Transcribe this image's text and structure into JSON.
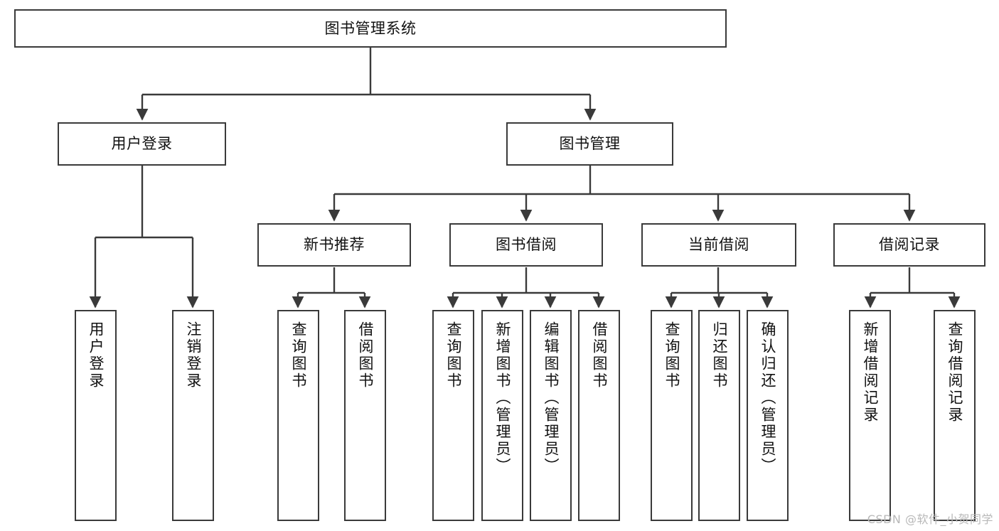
{
  "diagram": {
    "title": "图书管理系统",
    "type": "tree-hierarchy-diagram",
    "colors": {
      "box_border": "#3a3a3a",
      "box_fill": "#ffffff",
      "edge": "#3a3a3a",
      "text": "#111111",
      "watermark": "#b8b8b8"
    },
    "nodes": {
      "root": {
        "label": "图书管理系统",
        "level": 1,
        "orientation": "horizontal"
      },
      "l2": [
        {
          "id": "user-login",
          "label": "用户登录",
          "level": 2,
          "orientation": "horizontal"
        },
        {
          "id": "book-management",
          "label": "图书管理",
          "level": 2,
          "orientation": "horizontal"
        }
      ],
      "l3": [
        {
          "id": "new-book-recommend",
          "label": "新书推荐",
          "level": 3,
          "orientation": "horizontal"
        },
        {
          "id": "book-borrow",
          "label": "图书借阅",
          "level": 3,
          "orientation": "horizontal"
        },
        {
          "id": "current-borrow",
          "label": "当前借阅",
          "level": 3,
          "orientation": "horizontal"
        },
        {
          "id": "borrow-record",
          "label": "借阅记录",
          "level": 3,
          "orientation": "horizontal"
        }
      ],
      "leaves": [
        {
          "id": "leaf-user-login",
          "label": "用户登录",
          "parent": "user-login",
          "orientation": "vertical"
        },
        {
          "id": "leaf-user-logout",
          "label": "注销登录",
          "parent": "user-login",
          "orientation": "vertical"
        },
        {
          "id": "leaf-query-book-1",
          "label": "查询图书",
          "parent": "new-book-recommend",
          "orientation": "vertical"
        },
        {
          "id": "leaf-borrow-book-1",
          "label": "借阅图书",
          "parent": "new-book-recommend",
          "orientation": "vertical"
        },
        {
          "id": "leaf-query-book-2",
          "label": "查询图书",
          "parent": "book-borrow",
          "orientation": "vertical"
        },
        {
          "id": "leaf-add-book",
          "label": "新增图书（管理员）",
          "parent": "book-borrow",
          "orientation": "vertical"
        },
        {
          "id": "leaf-edit-book",
          "label": "编辑图书（管理员）",
          "parent": "book-borrow",
          "orientation": "vertical"
        },
        {
          "id": "leaf-borrow-book-2",
          "label": "借阅图书",
          "parent": "book-borrow",
          "orientation": "vertical"
        },
        {
          "id": "leaf-query-book-3",
          "label": "查询图书",
          "parent": "current-borrow",
          "orientation": "vertical"
        },
        {
          "id": "leaf-return-book",
          "label": "归还图书",
          "parent": "current-borrow",
          "orientation": "vertical"
        },
        {
          "id": "leaf-confirm-return",
          "label": "确认归还（管理员）",
          "parent": "current-borrow",
          "orientation": "vertical"
        },
        {
          "id": "leaf-add-record",
          "label": "新增借阅记录",
          "parent": "borrow-record",
          "orientation": "vertical"
        },
        {
          "id": "leaf-query-record",
          "label": "查询借阅记录",
          "parent": "borrow-record",
          "orientation": "vertical"
        }
      ]
    },
    "watermark": "CSDN @软件_小贺同学"
  }
}
